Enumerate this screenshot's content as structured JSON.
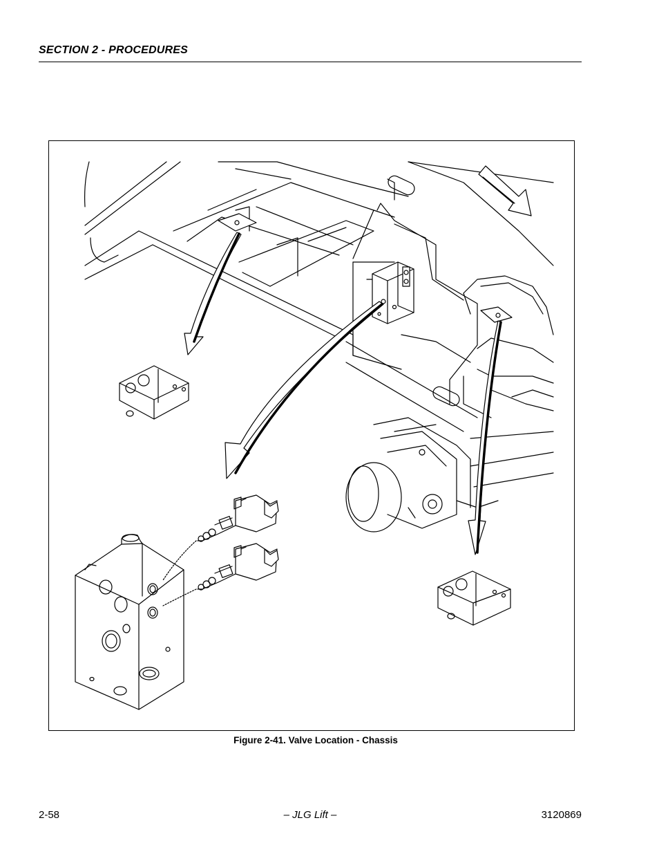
{
  "header": {
    "section_title": "SECTION 2 - PROCEDURES"
  },
  "figure": {
    "caption": "Figure 2-41.  Valve Location - Chassis"
  },
  "footer": {
    "page_number": "2-58",
    "publisher": "– JLG Lift –",
    "document_number": "3120869"
  }
}
